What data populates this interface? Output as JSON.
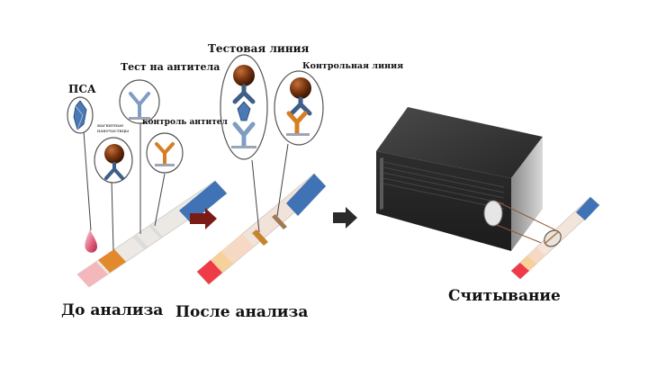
{
  "labels": {
    "psa": "ПСА",
    "test_antibody": "Тест на антитела",
    "magnetic_particles": "магнитные наночастицы",
    "control_antibody": "контроль антител",
    "test_line": "Тестовая линия",
    "control_line": "Контрольная линия",
    "before_analysis": "До анализа",
    "after_analysis": "После анализа",
    "reading": "Считывание"
  },
  "colors": {
    "strip_red": "#ee3b47",
    "strip_pink": "#f4c3c3",
    "strip_peach": "#f6d9c4",
    "strip_orange": "#e2892e",
    "strip_blue": "#3f73b5",
    "antibody_blue": "#4a6f9c",
    "antibody_orange": "#d57f22",
    "nanoparticle_brown": "#7a3610",
    "reader_dark": "#2b2b2b",
    "arrow_dark_red": "#7a1b16",
    "arrow_dark": "#2a2a2a"
  }
}
